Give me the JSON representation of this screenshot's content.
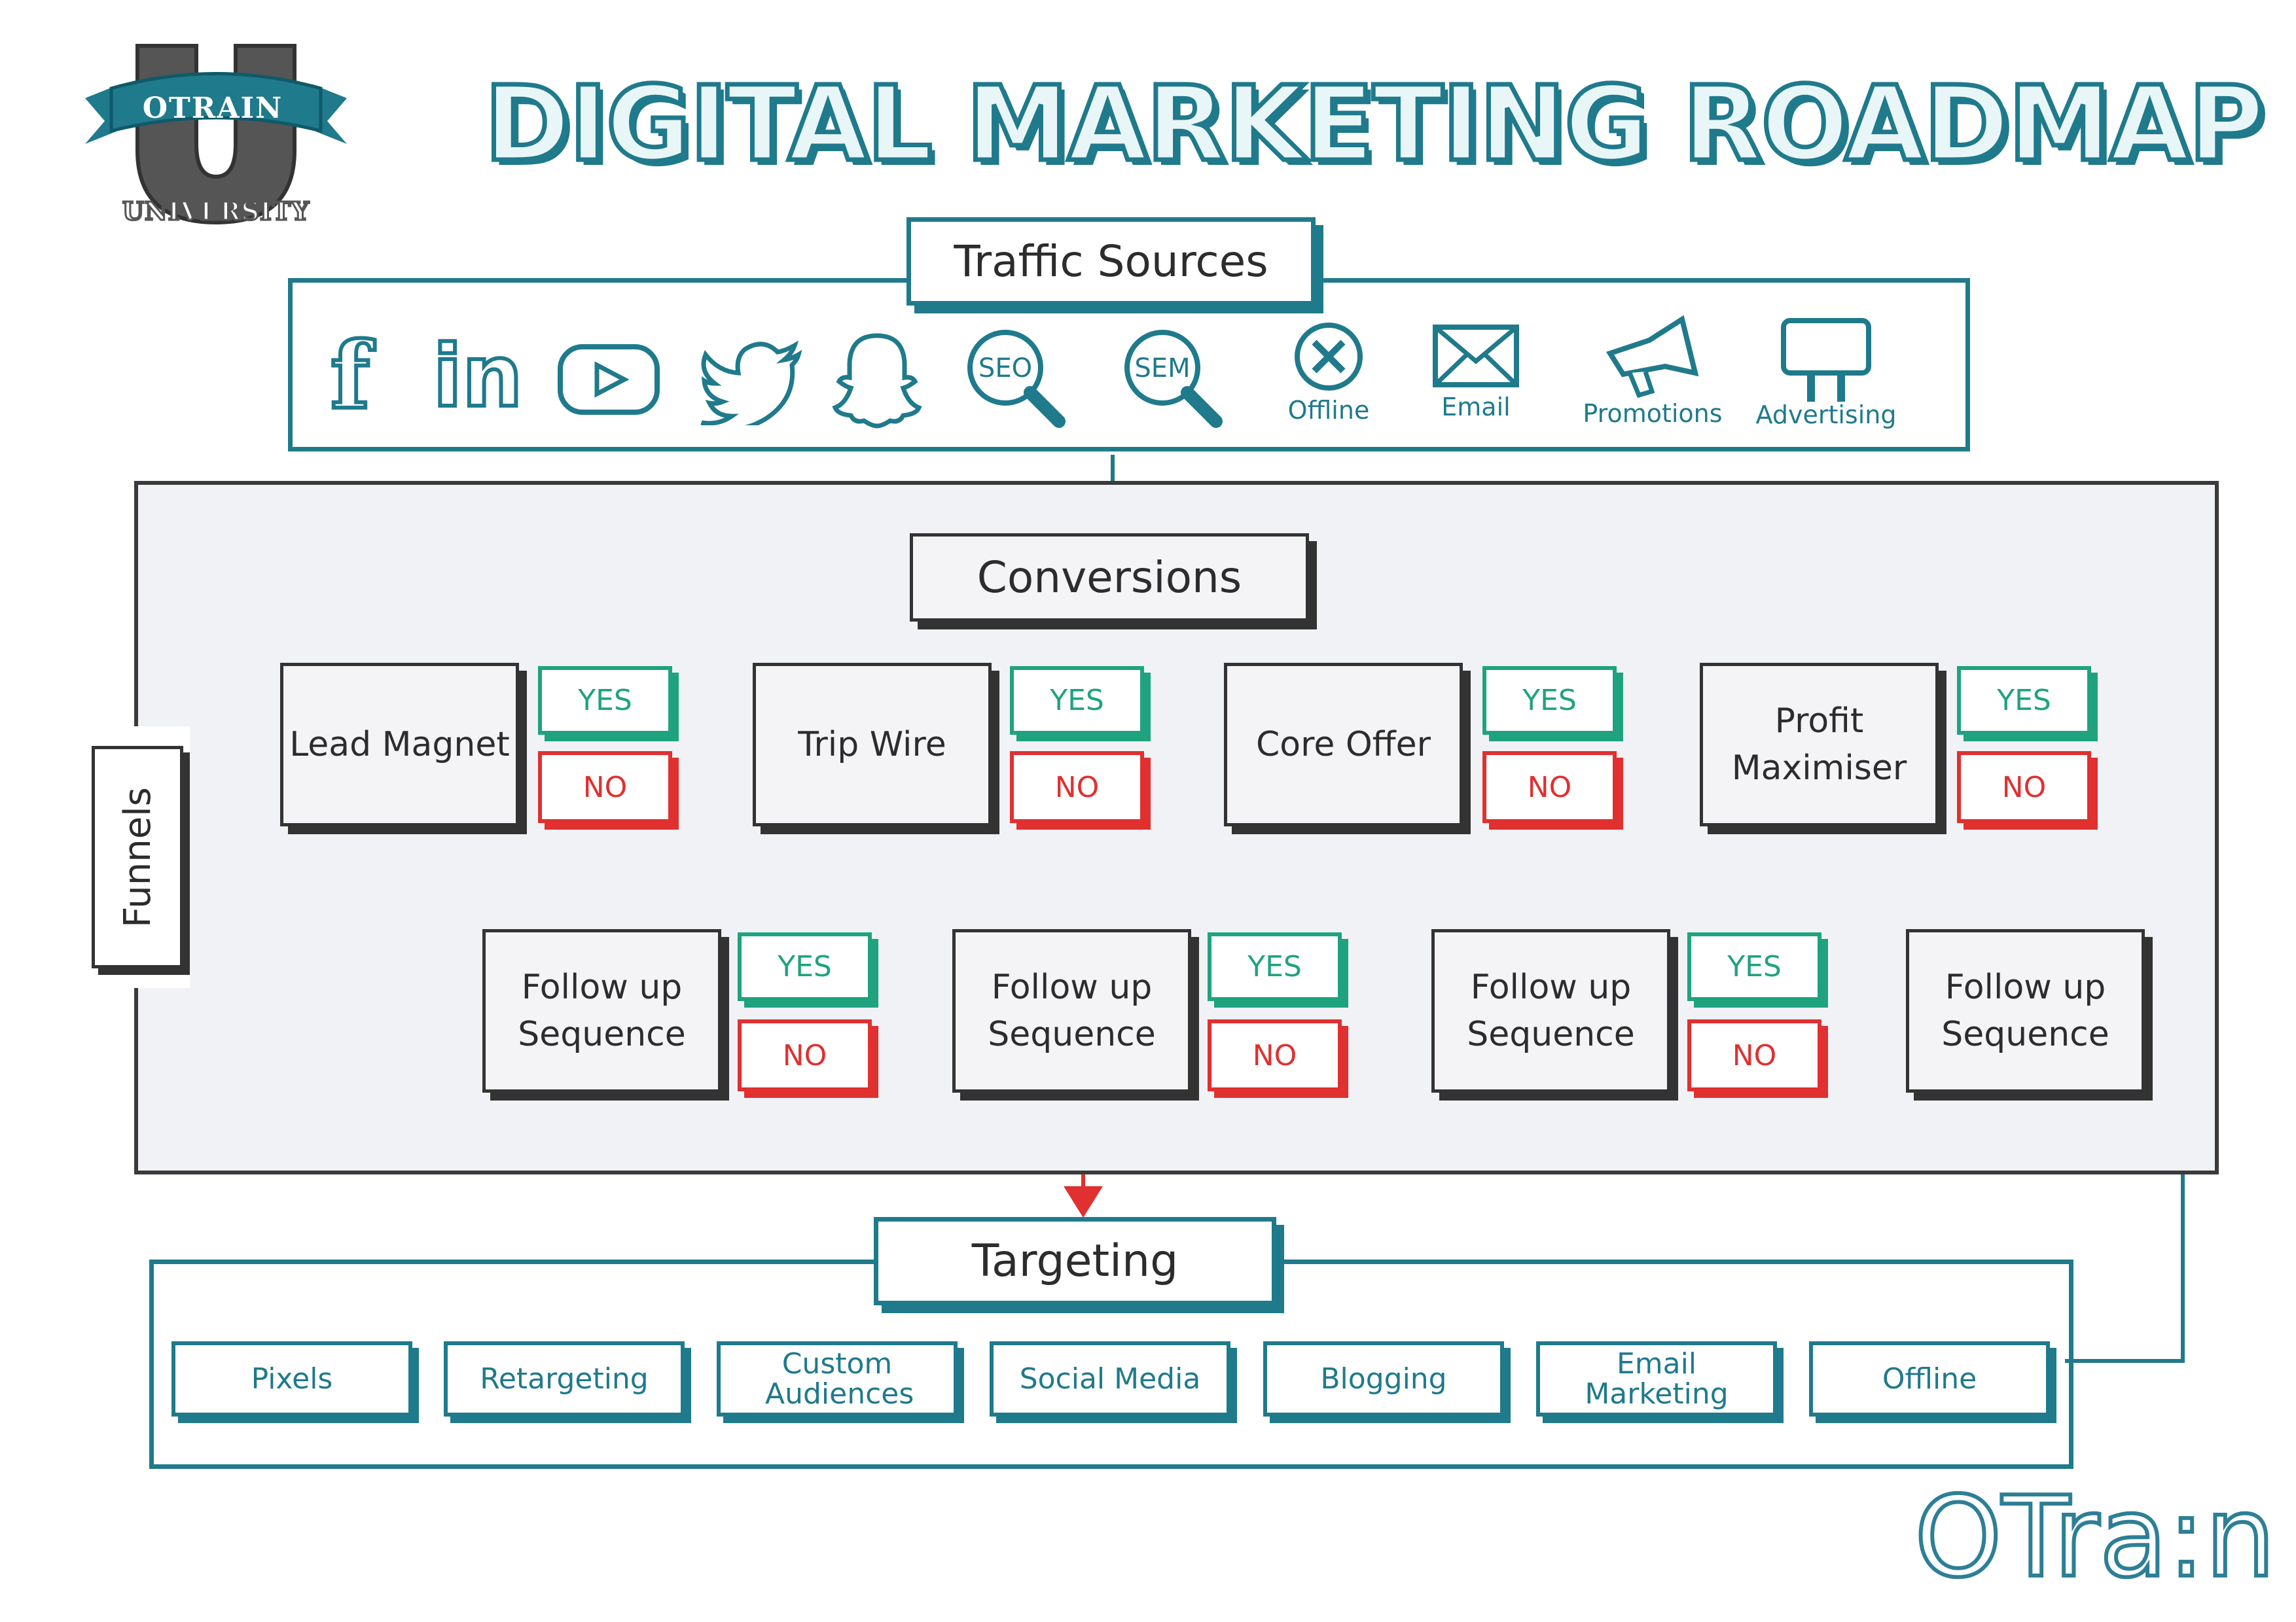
{
  "header": {
    "title": "DIGITAL MARKETING ROADMAP",
    "logo_top": "OTRAIN",
    "logo_bottom": "UNIVERSITY",
    "brand": "OTra:n"
  },
  "traffic": {
    "title": "Traffic Sources",
    "icons": [
      {
        "name": "facebook-icon",
        "glyph": "f"
      },
      {
        "name": "linkedin-icon",
        "glyph": "in"
      },
      {
        "name": "youtube-icon",
        "glyph": ""
      },
      {
        "name": "twitter-icon",
        "glyph": ""
      },
      {
        "name": "snapchat-icon",
        "glyph": ""
      },
      {
        "name": "seo-icon",
        "glyph": "SEO"
      },
      {
        "name": "sem-icon",
        "glyph": "SEM"
      }
    ],
    "labelled": [
      {
        "name": "offline-icon",
        "label": "Offline"
      },
      {
        "name": "email-icon",
        "label": "Email"
      },
      {
        "name": "promotions-icon",
        "label": "Promotions"
      },
      {
        "name": "advertising-icon",
        "label": "Advertising"
      }
    ]
  },
  "conversions": {
    "title": "Conversions",
    "side_label": "Funnels",
    "offers": [
      "Lead Magnet",
      "Trip Wire",
      "Core Offer",
      "Profit Maximiser"
    ],
    "follow_up": "Follow up Sequence",
    "yes": "YES",
    "no": "NO"
  },
  "targeting": {
    "title": "Targeting",
    "items": [
      "Pixels",
      "Retargeting",
      "Custom Audiences",
      "Social Media",
      "Blogging",
      "Email Marketing",
      "Offline"
    ]
  },
  "colors": {
    "teal": "#1f7a8c",
    "green": "#1fa37f",
    "red": "#e03030",
    "dark": "#333333"
  }
}
